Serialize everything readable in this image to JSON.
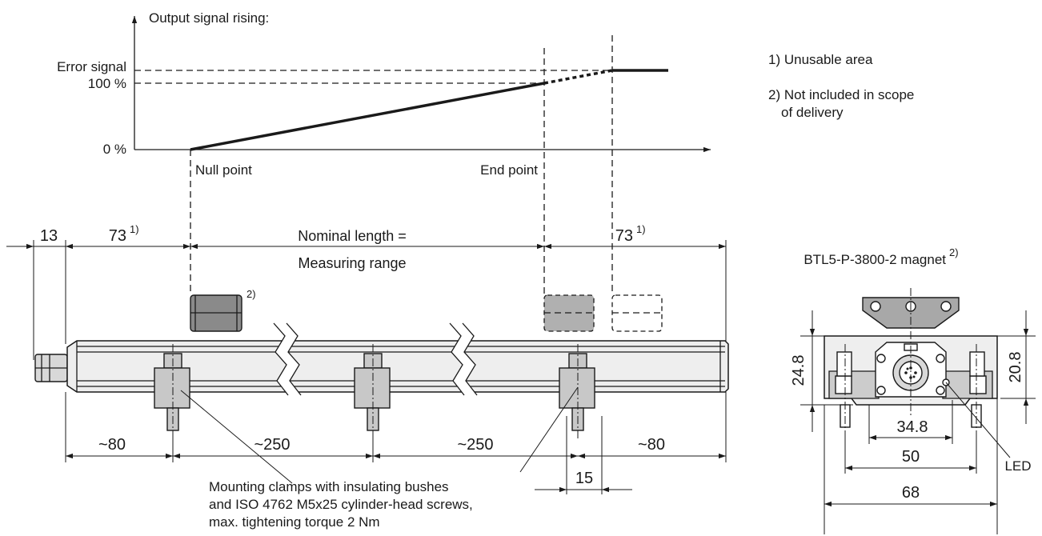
{
  "graph": {
    "title": "Output signal rising:",
    "y_labels": {
      "error": "Error signal",
      "full": "100 %",
      "zero": "0 %"
    },
    "x_labels": {
      "null_point": "Null point",
      "end_point": "End point"
    }
  },
  "notes": {
    "n1": "1) Unusable area",
    "n2_line1": "2) Not included in scope",
    "n2_line2": "of delivery"
  },
  "top_dimensions": {
    "d13": "13",
    "d73_left": "73",
    "d73_right": "73",
    "ref1": "1)",
    "nominal_line1": "Nominal length =",
    "nominal_line2": "Measuring range",
    "magnet_ref": "2)"
  },
  "bottom_dimensions": {
    "d80_left": "~80",
    "d250_a": "~250",
    "d250_b": "~250",
    "d80_right": "~80",
    "d15": "15"
  },
  "callout": {
    "line1": "Mounting clamps with insulating bushes",
    "line2": "and ISO 4762 M5x25 cylinder-head screws,",
    "line3": "max. tightening torque 2 Nm"
  },
  "magnet_view": {
    "title": "BTL5-P-3800-2 magnet",
    "ref": "2)",
    "d24_8": "24.8",
    "d20_8": "20.8",
    "d34_8": "34.8",
    "d50": "50",
    "d68": "68",
    "led": "LED"
  }
}
